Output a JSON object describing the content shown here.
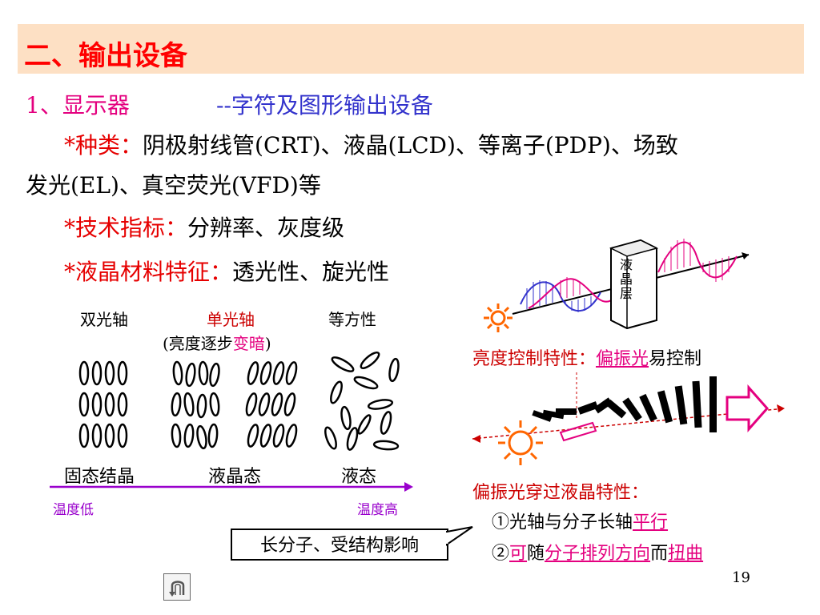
{
  "title": "二、输出设备",
  "section": {
    "number": "1、显示器",
    "subtitle": "--字符及图形输出设备"
  },
  "types": {
    "label": "*种类：",
    "text_line1": "阴极射线管(CRT)、液晶(LCD)、等离子(PDP)、场致",
    "text_line2": "发光(EL)、真空荧光(VFD)等"
  },
  "tech": {
    "label": "*技术指标：",
    "text": "分辨率、灰度级"
  },
  "material": {
    "label": "*液晶材料特征：",
    "text": "透光性、旋光性"
  },
  "phases": {
    "biaxial": "双光轴",
    "uniaxial": "单光轴",
    "isotropic": "等方性",
    "uniaxial_note_open": "(亮度逐步",
    "uniaxial_note_emph": "变暗",
    "uniaxial_note_close": ")",
    "solid": "固态结晶",
    "lc_state": "液晶态",
    "liquid": "液态",
    "temp_low": "温度低",
    "temp_high": "温度高"
  },
  "callout": "长分子、受结构影响",
  "lc_layer": {
    "ch1": "液",
    "ch2": "晶",
    "ch3": "层"
  },
  "brightness": {
    "label": "亮度控制特性：",
    "link": "偏振光",
    "tail": "易控制"
  },
  "polarization": {
    "heading": "偏振光穿过液晶特性：",
    "item1_prefix": "①光轴与分子长轴",
    "item1_link": "平行",
    "item2_prefix": "②",
    "item2_link1": "可",
    "item2_mid": "随",
    "item2_link2": "分子排列方向",
    "item2_mid2": "而",
    "item2_link3": "扭曲"
  },
  "page_number": "19",
  "colors": {
    "title_bg": "#fde0c4",
    "title_text": "#ff0000",
    "magenta": "#e4007f",
    "blue": "#3333cc",
    "red": "#e60000"
  },
  "icons": {
    "sun": "sun-icon",
    "arrow": "hollow-arrow-icon",
    "nav": "return-nav-icon"
  }
}
